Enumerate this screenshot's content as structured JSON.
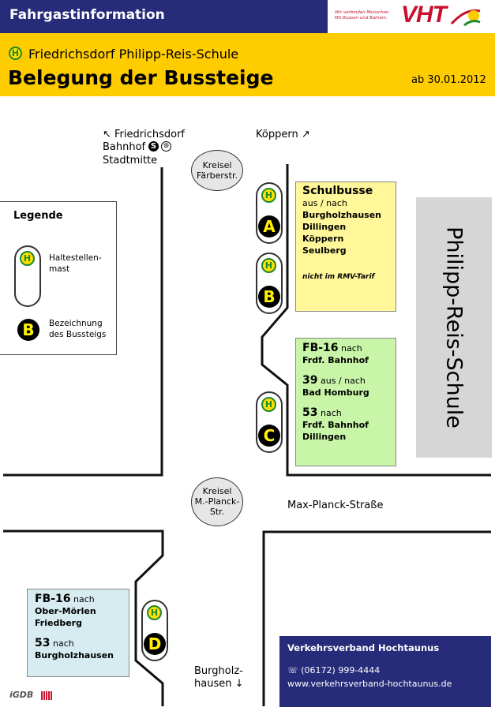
{
  "header": {
    "title": "Fahrgastinformation",
    "logo_text": "VHT",
    "logo_slogan": "Wir verbinden Menschen. Mit Bussen und Bahnen.",
    "stop_symbol": "H",
    "stop_name": "Friedrichsdorf Philipp-Reis-Schule",
    "page_title": "Belegung der Bussteige",
    "valid_from": "ab 30.01.2012"
  },
  "streets": {
    "dir_friedrichsdorf_line1": "↖ Friedrichsdorf",
    "dir_friedrichsdorf_line2": "Bahnhof",
    "dir_friedrichsdorf_line3": "Stadtmitte",
    "dir_koeppern": "Köppern ↗",
    "max_planck": "Max-Planck-Straße",
    "dir_burgholzhausen_line1": "Burgholz-",
    "dir_burgholzhausen_line2": "hausen ↓",
    "sbahn_symbol": "S",
    "tram_symbol": "⊛"
  },
  "roundabouts": {
    "faerber_line1": "Kreisel",
    "faerber_line2": "Färberstr.",
    "planck_line1": "Kreisel",
    "planck_line2": "M.-Planck-",
    "planck_line3": "Str."
  },
  "school": {
    "name": "Philipp-Reis-Schule"
  },
  "legend": {
    "title": "Legende",
    "pole_label_line1": "Haltestellen-",
    "pole_label_line2": "mast",
    "bay_symbol": "B",
    "bay_label_line1": "Bezeichnung",
    "bay_label_line2": "des Bussteigs"
  },
  "stops": {
    "a": "A",
    "b": "B",
    "c": "C",
    "d": "D",
    "h": "H"
  },
  "box_ab": {
    "title": "Schulbusse",
    "sub": "aus / nach",
    "dest1": "Burgholzhausen",
    "dest2": "Dillingen",
    "dest3": "Köppern",
    "dest4": "Seulberg",
    "note": "nicht im RMV-Tarif"
  },
  "box_c": {
    "line1": "FB-16",
    "line1_sub": "nach",
    "line1_dest": "Frdf. Bahnhof",
    "line2": "39",
    "line2_sub": "aus / nach",
    "line2_dest": "Bad Homburg",
    "line3": "53",
    "line3_sub": "nach",
    "line3_dest1": "Frdf. Bahnhof",
    "line3_dest2": "Dillingen"
  },
  "box_d": {
    "line1": "FB-16",
    "line1_sub": "nach",
    "line1_dest1": "Ober-Mörlen",
    "line1_dest2": "Friedberg",
    "line2": "53",
    "line2_sub": "nach",
    "line2_dest": "Burgholzhausen"
  },
  "footer": {
    "org": "Verkehrsverband Hochtaunus",
    "phone": "(06172) 999-4444",
    "web": "www.verkehrsverband-hochtaunus.de",
    "phone_icon": "☏",
    "credit": "iGDB"
  },
  "colors": {
    "navy": "#262c79",
    "yellow_band": "#ffcc00",
    "box_yellow": "#fff799",
    "box_green": "#c8f5a8",
    "box_blue": "#d6ecf0",
    "brand_red": "#c8102e"
  }
}
